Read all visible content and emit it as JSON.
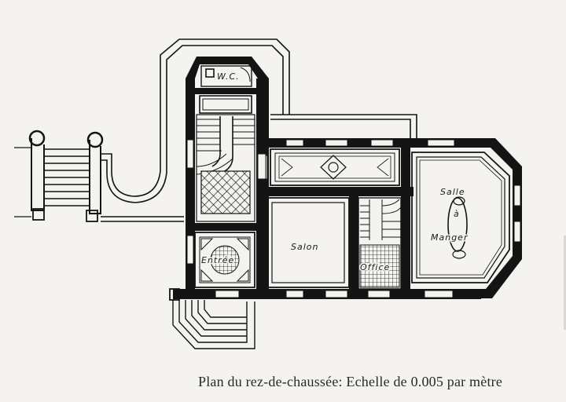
{
  "plan": {
    "rooms": {
      "wc": "W.C.",
      "entree": "Entrée",
      "salon": "Salon",
      "office": "Office",
      "salle_line1": "Salle",
      "salle_line2": "à",
      "salle_line3": "Manger"
    },
    "caption": "Plan du rez-de-chaussée: Echelle de 0.005 par mètre"
  },
  "colors": {
    "background": "#f4f3ef",
    "ink": "#141414"
  }
}
